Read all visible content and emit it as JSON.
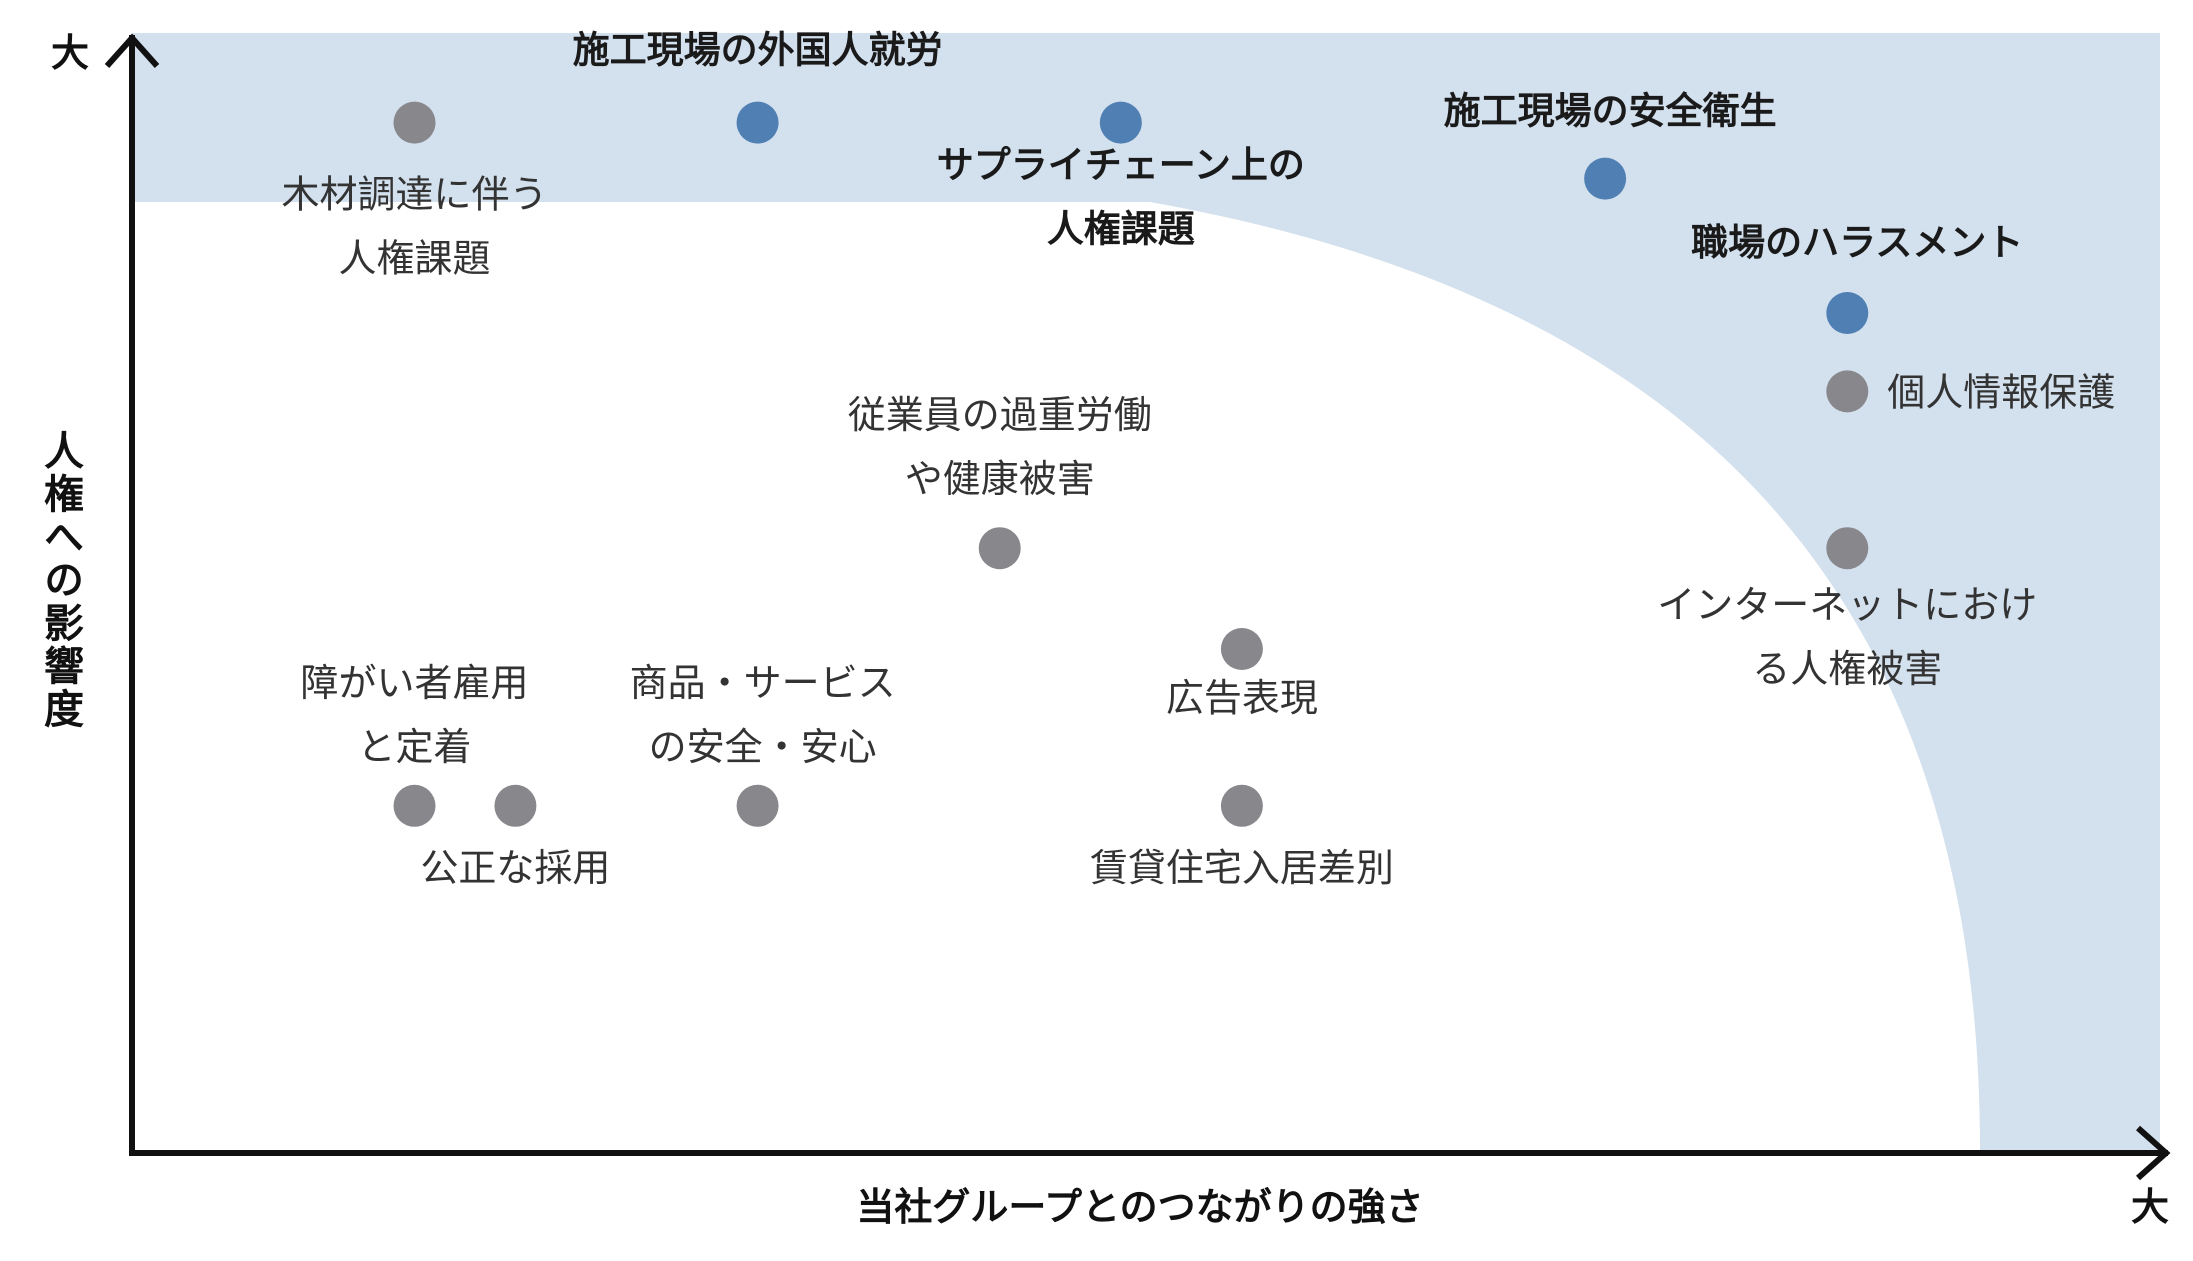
{
  "chart_data": {
    "type": "scatter",
    "xlabel": "当社グループとのつながりの強さ",
    "ylabel": "人権への影響度",
    "x_axis_end_label": "大",
    "y_axis_end_label": "大",
    "xlim": [
      0,
      100
    ],
    "ylim": [
      0,
      100
    ],
    "grid": false,
    "colors": {
      "highlight_region": "#d3e0ee",
      "priority_point": "#4f7fb3",
      "other_point": "#88878c",
      "axis": "#111111",
      "label_text": "#333333",
      "priority_label_text": "#1a1a1a"
    },
    "points": [
      {
        "label": "施工現場の外国人就労",
        "x": 31,
        "y": 92,
        "priority": true
      },
      {
        "label": "サプライチェーン上の人権課題",
        "x": 49,
        "y": 92,
        "priority": true
      },
      {
        "label": "施工現場の安全衛生",
        "x": 73,
        "y": 87,
        "priority": true
      },
      {
        "label": "職場のハラスメント",
        "x": 85,
        "y": 75,
        "priority": true
      },
      {
        "label": "木材調達に伴う人権課題",
        "x": 14,
        "y": 92,
        "priority": false
      },
      {
        "label": "個人情報保護",
        "x": 85,
        "y": 68,
        "priority": false
      },
      {
        "label": "従業員の過重労働や健康被害",
        "x": 43,
        "y": 54,
        "priority": false
      },
      {
        "label": "インターネットにおける人権被害",
        "x": 85,
        "y": 54,
        "priority": false
      },
      {
        "label": "広告表現",
        "x": 55,
        "y": 45,
        "priority": false
      },
      {
        "label": "障がい者雇用と定着",
        "x": 14,
        "y": 31,
        "priority": false
      },
      {
        "label": "公正な採用",
        "x": 19,
        "y": 31,
        "priority": false
      },
      {
        "label": "商品・サービスの安全・安心",
        "x": 31,
        "y": 31,
        "priority": false
      },
      {
        "label": "賃貸住宅入居差別",
        "x": 55,
        "y": 31,
        "priority": false
      }
    ]
  }
}
